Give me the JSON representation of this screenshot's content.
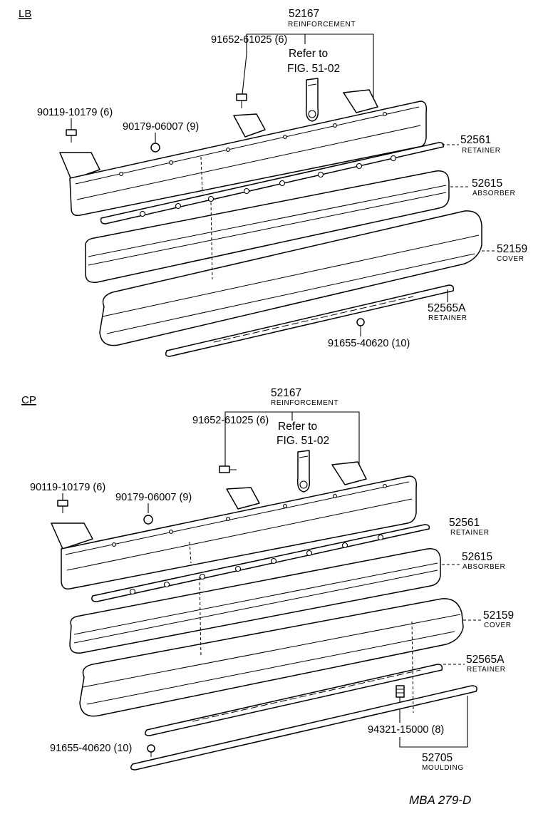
{
  "sections": {
    "lb": {
      "title": "LB",
      "reinforcement": {
        "number": "52167",
        "name": "REINFORCEMENT"
      },
      "bolt_a": "91652-61025 (6)",
      "refer_line1": "Refer to",
      "refer_line2": "FIG. 51-02",
      "bolt_b": "90119-10179 (6)",
      "nut": "90179-06007 (9)",
      "retainer": {
        "number": "52561",
        "name": "RETAINER"
      },
      "absorber": {
        "number": "52615",
        "name": "ABSORBER"
      },
      "cover": {
        "number": "52159",
        "name": "COVER"
      },
      "retainer_a": {
        "number": "52565A",
        "name": "RETAINER"
      },
      "screw": "91655-40620 (10)"
    },
    "cp": {
      "title": "CP",
      "reinforcement": {
        "number": "52167",
        "name": "REINFORCEMENT"
      },
      "bolt_a": "91652-61025 (6)",
      "refer_line1": "Refer to",
      "refer_line2": "FIG. 51-02",
      "bolt_b": "90119-10179 (6)",
      "nut": "90179-06007 (9)",
      "retainer": {
        "number": "52561",
        "name": "RETAINER"
      },
      "absorber": {
        "number": "52615",
        "name": "ABSORBER"
      },
      "cover": {
        "number": "52159",
        "name": "COVER"
      },
      "retainer_a": {
        "number": "52565A",
        "name": "RETAINER"
      },
      "clip": "94321-15000 (8)",
      "screw": "91655-40620 (10)",
      "moulding": {
        "number": "52705",
        "name": "MOULDING"
      }
    }
  },
  "figure_code": "MBA 279-D"
}
